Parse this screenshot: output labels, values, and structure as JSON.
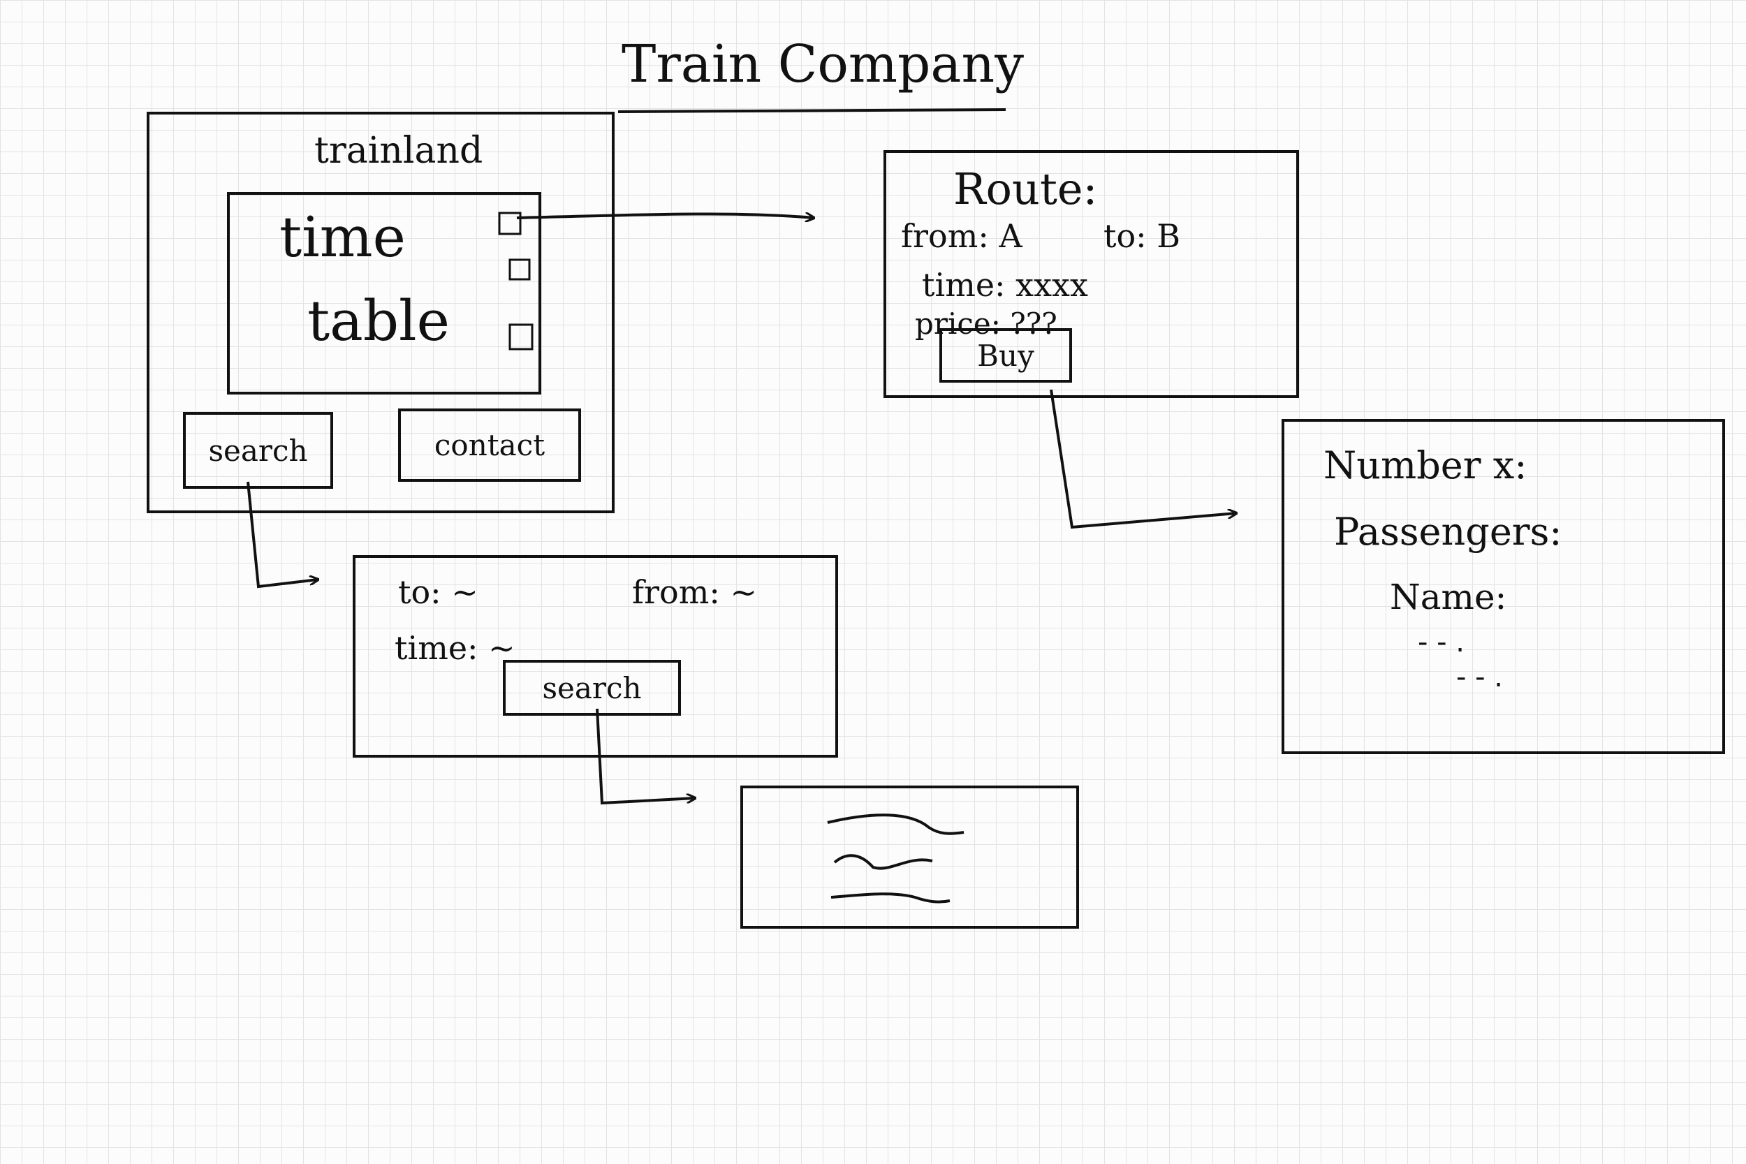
{
  "title": "Train Company",
  "home": {
    "brand": "trainland",
    "timetable_line1": "time",
    "timetable_line2": "table",
    "search_button": "search",
    "contact_button": "contact"
  },
  "search_form": {
    "to_label": "to: ~",
    "from_label": "from: ~",
    "time_label": "time: ~",
    "search_button": "search"
  },
  "route": {
    "title": "Route:",
    "from_label": "from: A",
    "to_label": "to: B",
    "time_label": "time: xxxx",
    "price_label": "price: ???",
    "buy_button": "Buy"
  },
  "booking": {
    "number_label": "Number x:",
    "passengers_label": "Passengers:",
    "name_label": "Name:",
    "placeholder_1": "- - .",
    "placeholder_2": "- - ."
  },
  "colors": {
    "ink": "#111111",
    "grid": "#e3e3e3",
    "paper": "#fcfcfc"
  }
}
